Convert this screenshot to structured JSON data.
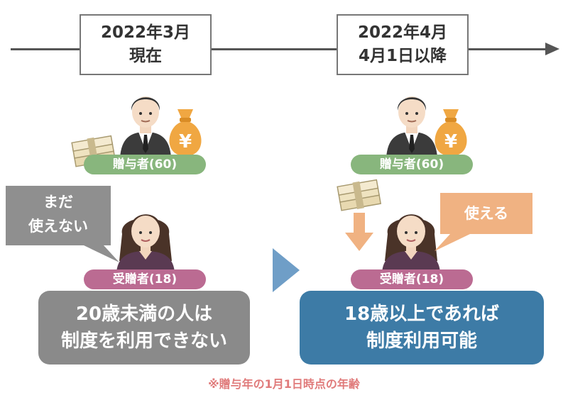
{
  "colors": {
    "timeline": "#555555",
    "giver_pill": "#88b67d",
    "receiver_pill": "#bb6b92",
    "bubble_gray": "#8f8f8f",
    "bubble_orange": "#f0b282",
    "result_gray": "#8a8a8a",
    "result_blue": "#3d7ba6",
    "chevron": "#6f9ec7",
    "money_bag": "#f0a742",
    "footnote": "#e07b7b"
  },
  "left": {
    "date_line1": "2022年3月",
    "date_line2": "現在",
    "giver_label": "贈与者(60)",
    "bubble_line1": "まだ",
    "bubble_line2": "使えない",
    "receiver_label": "受贈者(18)",
    "result_line1": "20歳未満の人は",
    "result_line2": "制度を利用できない"
  },
  "right": {
    "date_line1": "2022年4月",
    "date_line2": "4月1日以降",
    "giver_label": "贈与者(60)",
    "bubble_text": "使える",
    "receiver_label": "受贈者(18)",
    "result_line1": "18歳以上であれば",
    "result_line2": "制度利用可能"
  },
  "icons": {
    "man": "businessman-icon",
    "woman": "young-woman-icon",
    "money_bag": "yen-money-bag-icon",
    "cash": "cash-stack-icon",
    "arrow": "down-arrow-icon",
    "chevron": "right-chevron-icon"
  },
  "money_bag_symbol": "¥",
  "footnote": "※贈与年の1月1日時点の年齢"
}
